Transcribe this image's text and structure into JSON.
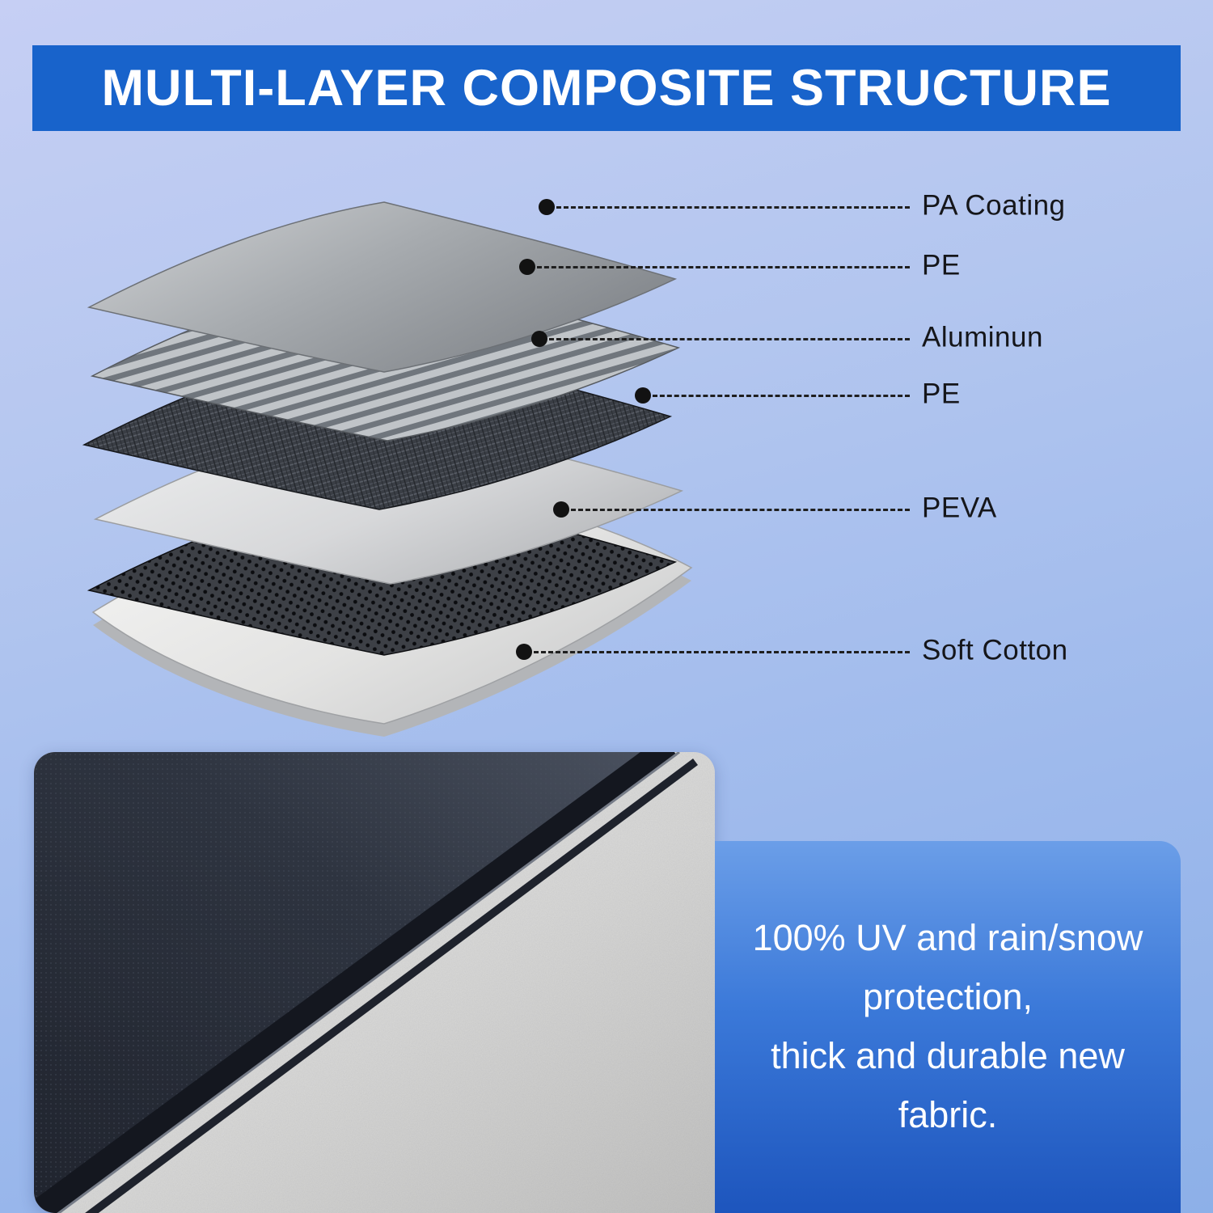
{
  "banner": {
    "title": "MULTI-LAYER COMPOSITE STRUCTURE",
    "bg_color": "#1863cb",
    "text_color": "#ffffff"
  },
  "diagram": {
    "layers": [
      {
        "label": "PA Coating"
      },
      {
        "label": "PE"
      },
      {
        "label": "Aluminun"
      },
      {
        "label": "PE"
      },
      {
        "label": "PEVA"
      },
      {
        "label": "Soft Cotton"
      }
    ]
  },
  "caption": {
    "lines": [
      "100% UV and rain/snow",
      "protection,",
      "thick and durable new",
      "fabric."
    ],
    "bg_top_color": "#6b9ee8",
    "bg_bottom_color": "#1d55bd",
    "text_color": "#ffffff"
  },
  "page": {
    "background_color": "#a9c0ee"
  }
}
